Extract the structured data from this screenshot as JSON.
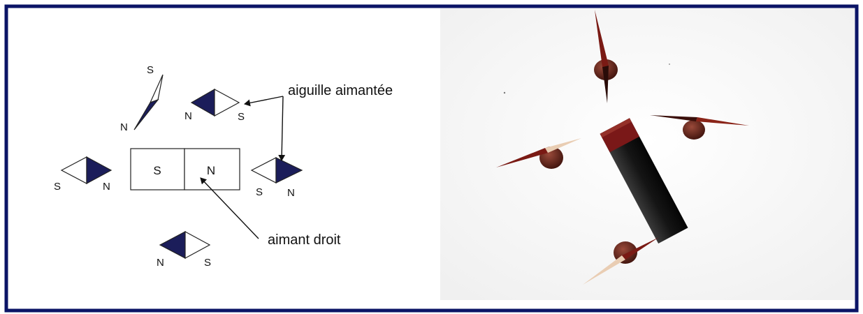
{
  "diagram": {
    "magnet": {
      "south_label": "S",
      "north_label": "N"
    },
    "needle_labels": {
      "top_left": {
        "north": "N",
        "south": "S"
      },
      "top_middle": {
        "north": "N",
        "south": "S"
      },
      "left": {
        "north": "N",
        "south": "S"
      },
      "right": {
        "north": "N",
        "south": "S"
      },
      "bottom": {
        "north": "N",
        "south": "S"
      }
    },
    "annotation_needle": "aiguille aimantée",
    "annotation_magnet": "aimant droit"
  },
  "colors": {
    "frame_border": "#0b1466",
    "needle_north_fill": "#1b1d5a",
    "photo_magnet_body": "#1a1a1a",
    "photo_magnet_end": "#7a1818",
    "photo_needle_red": "#7a1a14",
    "photo_needle_pale": "#e9cdb3",
    "photo_pivot": "#5b1a12"
  }
}
